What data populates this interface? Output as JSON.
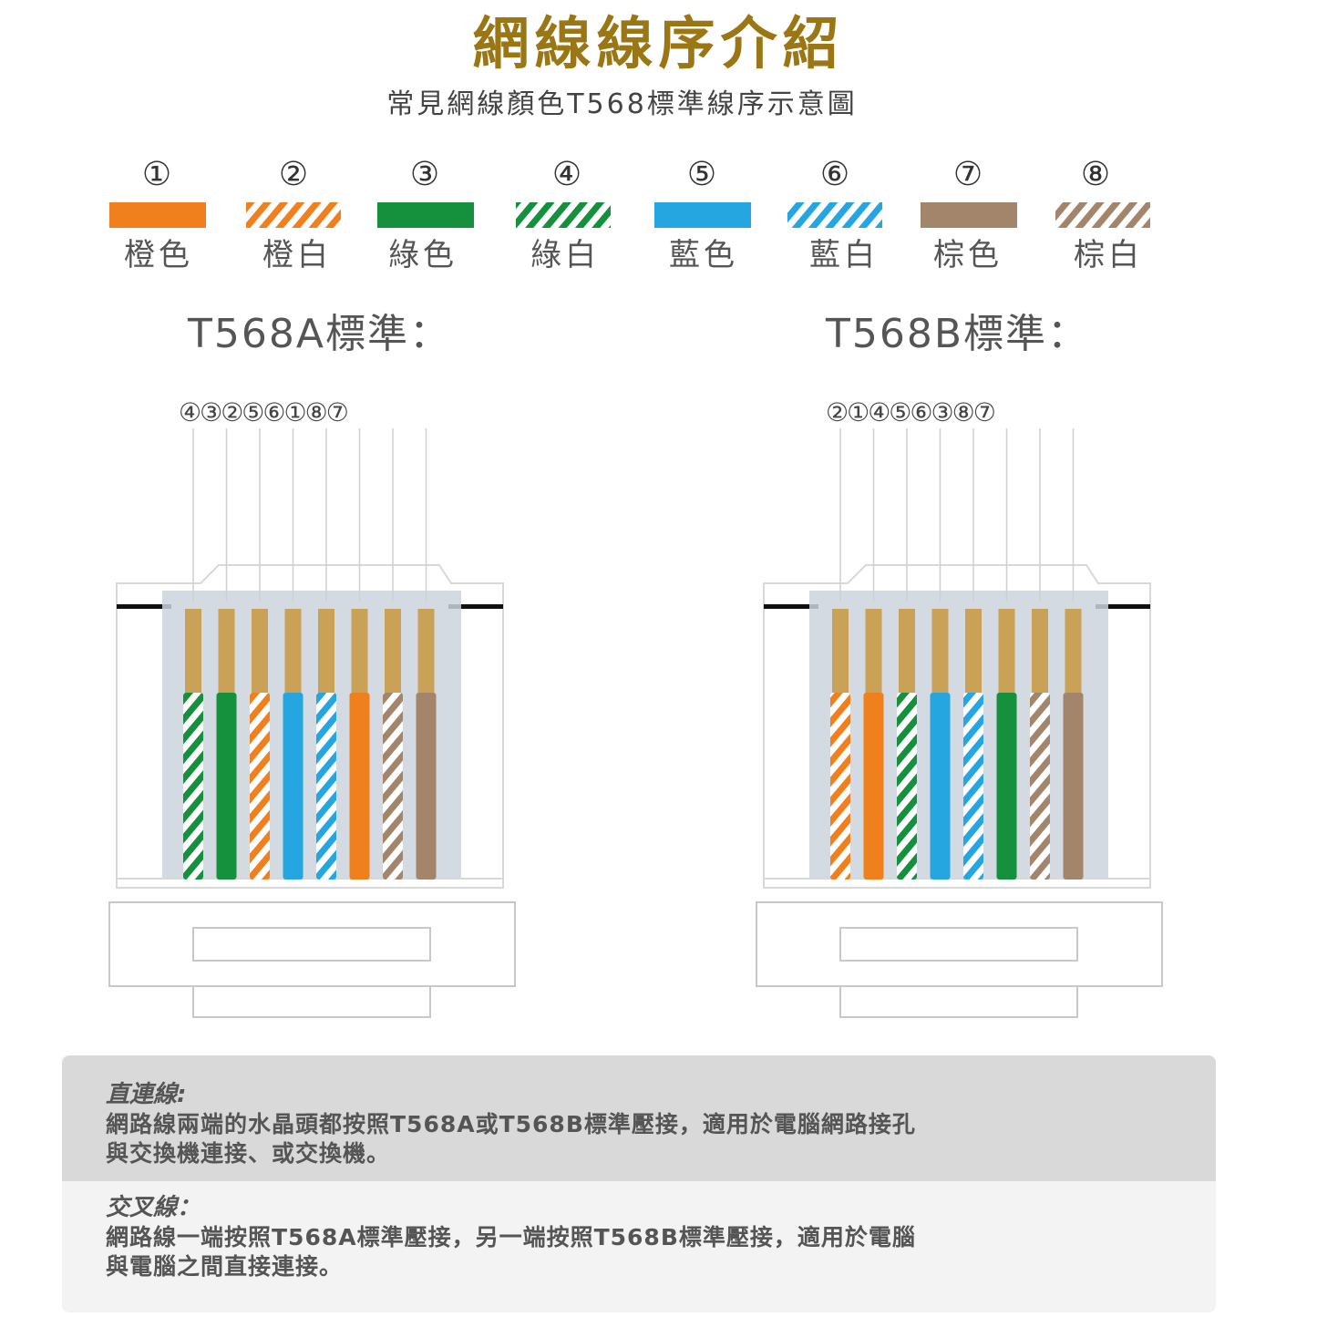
{
  "header": {
    "title": "網線線序介紹",
    "subtitle": "常見網線顏色T568標準線序示意圖"
  },
  "colors": {
    "orange": "#f07f1e",
    "green": "#15903c",
    "blue": "#25a6e0",
    "brown": "#a2856a",
    "gold": "#c9a157",
    "title_gold": "#9a7614"
  },
  "legend": [
    {
      "num": "①",
      "label": "橙色",
      "color": "orange",
      "striped": false
    },
    {
      "num": "②",
      "label": "橙白",
      "color": "orange",
      "striped": true
    },
    {
      "num": "③",
      "label": "綠色",
      "color": "green",
      "striped": false
    },
    {
      "num": "④",
      "label": "綠白",
      "color": "green",
      "striped": true
    },
    {
      "num": "⑤",
      "label": "藍色",
      "color": "blue",
      "striped": false
    },
    {
      "num": "⑥",
      "label": "藍白",
      "color": "blue",
      "striped": true
    },
    {
      "num": "⑦",
      "label": "棕色",
      "color": "brown",
      "striped": false
    },
    {
      "num": "⑧",
      "label": "棕白",
      "color": "brown",
      "striped": true
    }
  ],
  "standards": [
    {
      "title": "T568A標準：",
      "pin_label": "④③②⑤⑥①⑧⑦",
      "order": [
        4,
        3,
        2,
        5,
        6,
        1,
        8,
        7
      ]
    },
    {
      "title": "T568B標準：",
      "pin_label": "②①④⑤⑥③⑧⑦",
      "order": [
        2,
        1,
        4,
        5,
        6,
        3,
        8,
        7
      ]
    }
  ],
  "info": {
    "straight": {
      "title": "直連線:",
      "line1": "網路線兩端的水晶頭都按照T568A或T568B標準壓接，適用於電腦網路接孔",
      "line2": "與交換機連接、或交換機。"
    },
    "cross": {
      "title": "交叉線：",
      "line1": "網路線一端按照T568A標準壓接，另一端按照T568B標準壓接，適用於電腦",
      "line2": "與電腦之間直接連接。"
    }
  }
}
